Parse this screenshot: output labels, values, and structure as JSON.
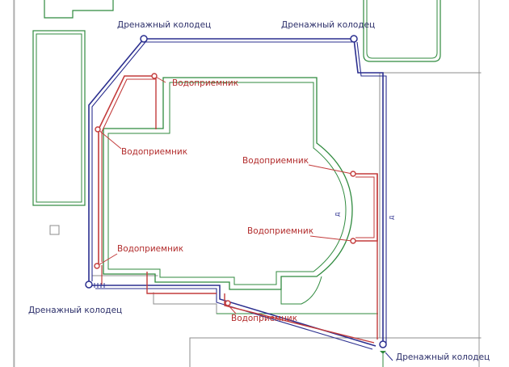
{
  "colors": {
    "background": "#ffffff",
    "green": "#2f8a3e",
    "blue": "#2b2f8f",
    "red": "#c33b3b",
    "black": "#1c1c1c",
    "gray": "#8c8c8c",
    "blue_text": "#2c2f6a",
    "red_text": "#b22c2c"
  },
  "drainage_wells": [
    {
      "label": "Дренажный колодец"
    },
    {
      "label": "Дренажный колодец"
    },
    {
      "label": "Дренажный колодец"
    },
    {
      "label": "Дренажный колодец"
    }
  ],
  "water_inlets": [
    {
      "label": "Водоприемник"
    },
    {
      "label": "Водоприемник"
    },
    {
      "label": "Водоприемник"
    },
    {
      "label": "Водоприемник"
    },
    {
      "label": "Водоприемник"
    },
    {
      "label": "Водоприемник"
    }
  ],
  "small_markers": [
    {
      "label": "Д"
    },
    {
      "label": "Д"
    }
  ]
}
